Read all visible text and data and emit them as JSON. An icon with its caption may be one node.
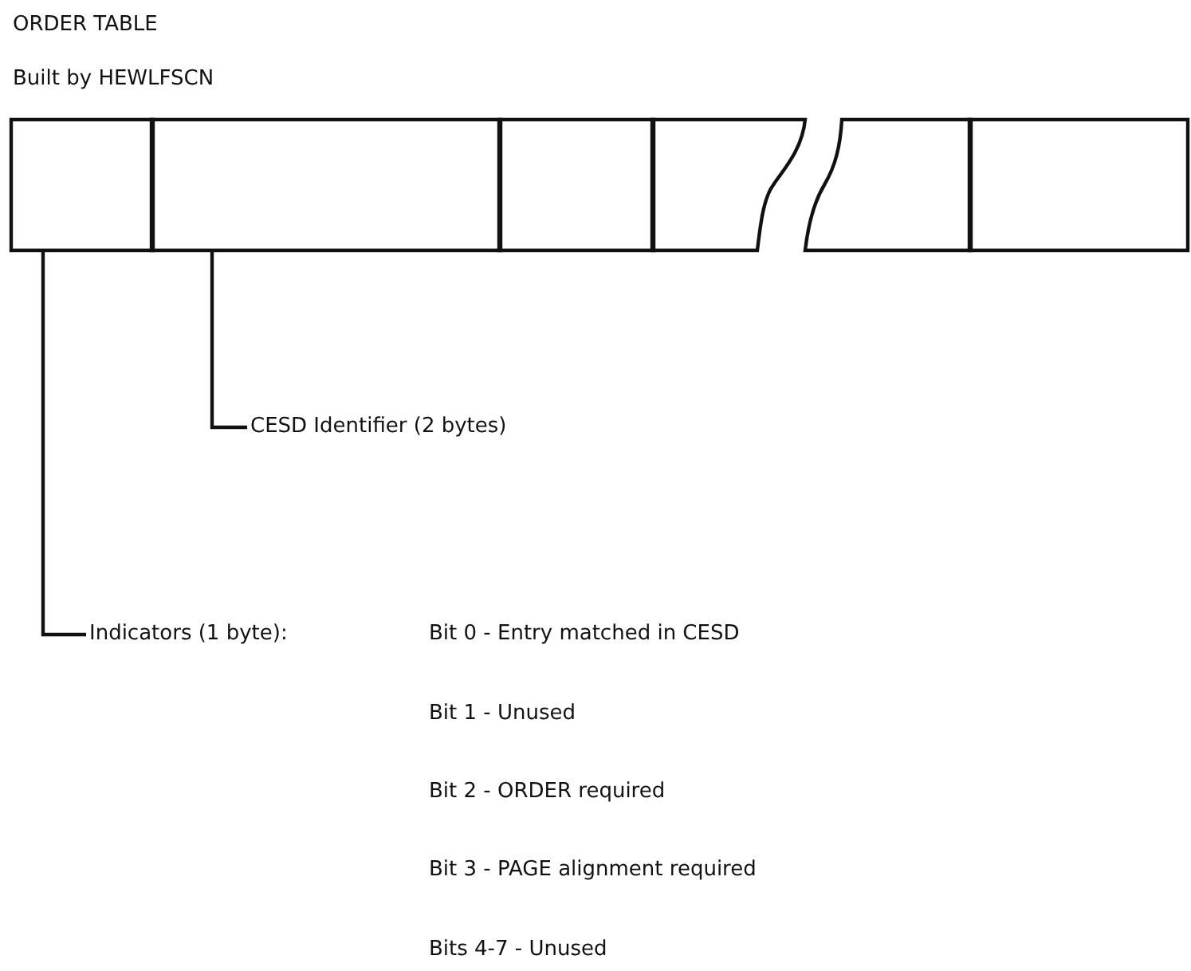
{
  "diagram": {
    "title": "ORDER TABLE",
    "nodes": [
      {
        "text": [],
        "shape": "box"
      },
      {
        "text": [],
        "shape": "box"
      },
      {
        "text": [],
        "shape": "box"
      },
      {
        "text": [],
        "shape": "box"
      },
      {
        "text": [],
        "shape": "box"
      },
      {
        "text": [],
        "shape": "box"
      },
      {
        "text": [
          "CESD Identifier (2 bytes)"
        ]
      },
      {
        "text": [
          "Indicators (1 byte):"
        ]
      }
    ],
    "edges": [
      {
        "from": 6,
        "to": 1,
        "arrow": "none"
      },
      {
        "from": 7,
        "to": 0,
        "arrow": "none"
      }
    ],
    "labels": [
      "Built by HEWLFSCN",
      "Bit 0 - Entry matched in CESD",
      "Bit 1 - Unused",
      "Bit 2 - ORDER required",
      "Bit 3 - PAGE alignment required",
      "Bits 4-7 - Unused"
    ]
  }
}
